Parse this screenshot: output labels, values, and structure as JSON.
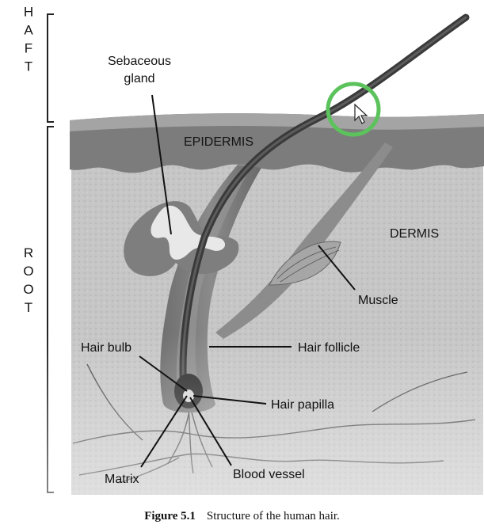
{
  "side_labels": {
    "shaft": "SHAFT",
    "root": "ROOT"
  },
  "regions": {
    "epidermis": "EPIDERMIS",
    "dermis": "DERMIS"
  },
  "labels": {
    "sebaceous_gland_line1": "Sebaceous",
    "sebaceous_gland_line2": "gland",
    "muscle": "Muscle",
    "hair_bulb": "Hair bulb",
    "hair_follicle": "Hair follicle",
    "hair_papilla": "Hair papilla",
    "matrix": "Matrix",
    "blood_vessel": "Blood vessel"
  },
  "caption": {
    "number": "Figure 5.1",
    "text": "Structure of the human hair."
  },
  "colors": {
    "highlight_ring": "#5cc35c",
    "dermis": "#c4c4c4",
    "epidermis": "#7a7a7a"
  },
  "icons": {
    "cursor": "mouse-pointer-icon"
  }
}
